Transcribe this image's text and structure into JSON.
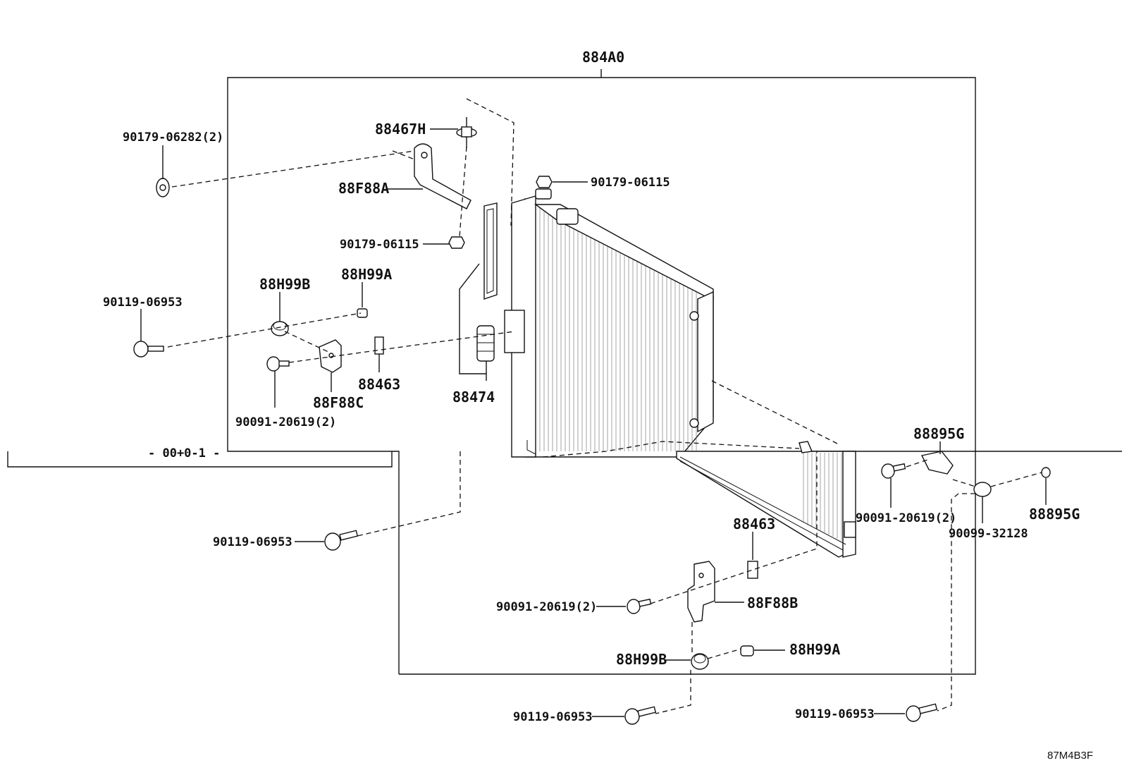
{
  "diagram": {
    "assembly": "884A0",
    "drawing_id": "87M4B3F",
    "callouts": [
      {
        "id": "c1",
        "text": "90179-06282(2)"
      },
      {
        "id": "c2",
        "text": "88467H"
      },
      {
        "id": "c3",
        "text": "88F88A"
      },
      {
        "id": "c4",
        "text": "90179-06115"
      },
      {
        "id": "c5",
        "text": "90179-06115"
      },
      {
        "id": "c6",
        "text": "88H99B"
      },
      {
        "id": "c7",
        "text": "88H99A"
      },
      {
        "id": "c8",
        "text": "90119-06953"
      },
      {
        "id": "c9",
        "text": "88463"
      },
      {
        "id": "c10",
        "text": "88F88C"
      },
      {
        "id": "c11",
        "text": "88474"
      },
      {
        "id": "c12",
        "text": "90091-20619(2)"
      },
      {
        "id": "c13",
        "text": "88895G"
      },
      {
        "id": "c14",
        "text": "90091-20619(2)"
      },
      {
        "id": "c15",
        "text": "90099-32128"
      },
      {
        "id": "c16",
        "text": "88895G"
      },
      {
        "id": "c17",
        "text": "90119-06953"
      },
      {
        "id": "c18",
        "text": "88463"
      },
      {
        "id": "c19",
        "text": "90091-20619(2)"
      },
      {
        "id": "c20",
        "text": "88F88B"
      },
      {
        "id": "c21",
        "text": "88H99B"
      },
      {
        "id": "c22",
        "text": "88H99A"
      },
      {
        "id": "c23",
        "text": "90119-06953"
      },
      {
        "id": "c24",
        "text": "90119-06953"
      }
    ]
  }
}
